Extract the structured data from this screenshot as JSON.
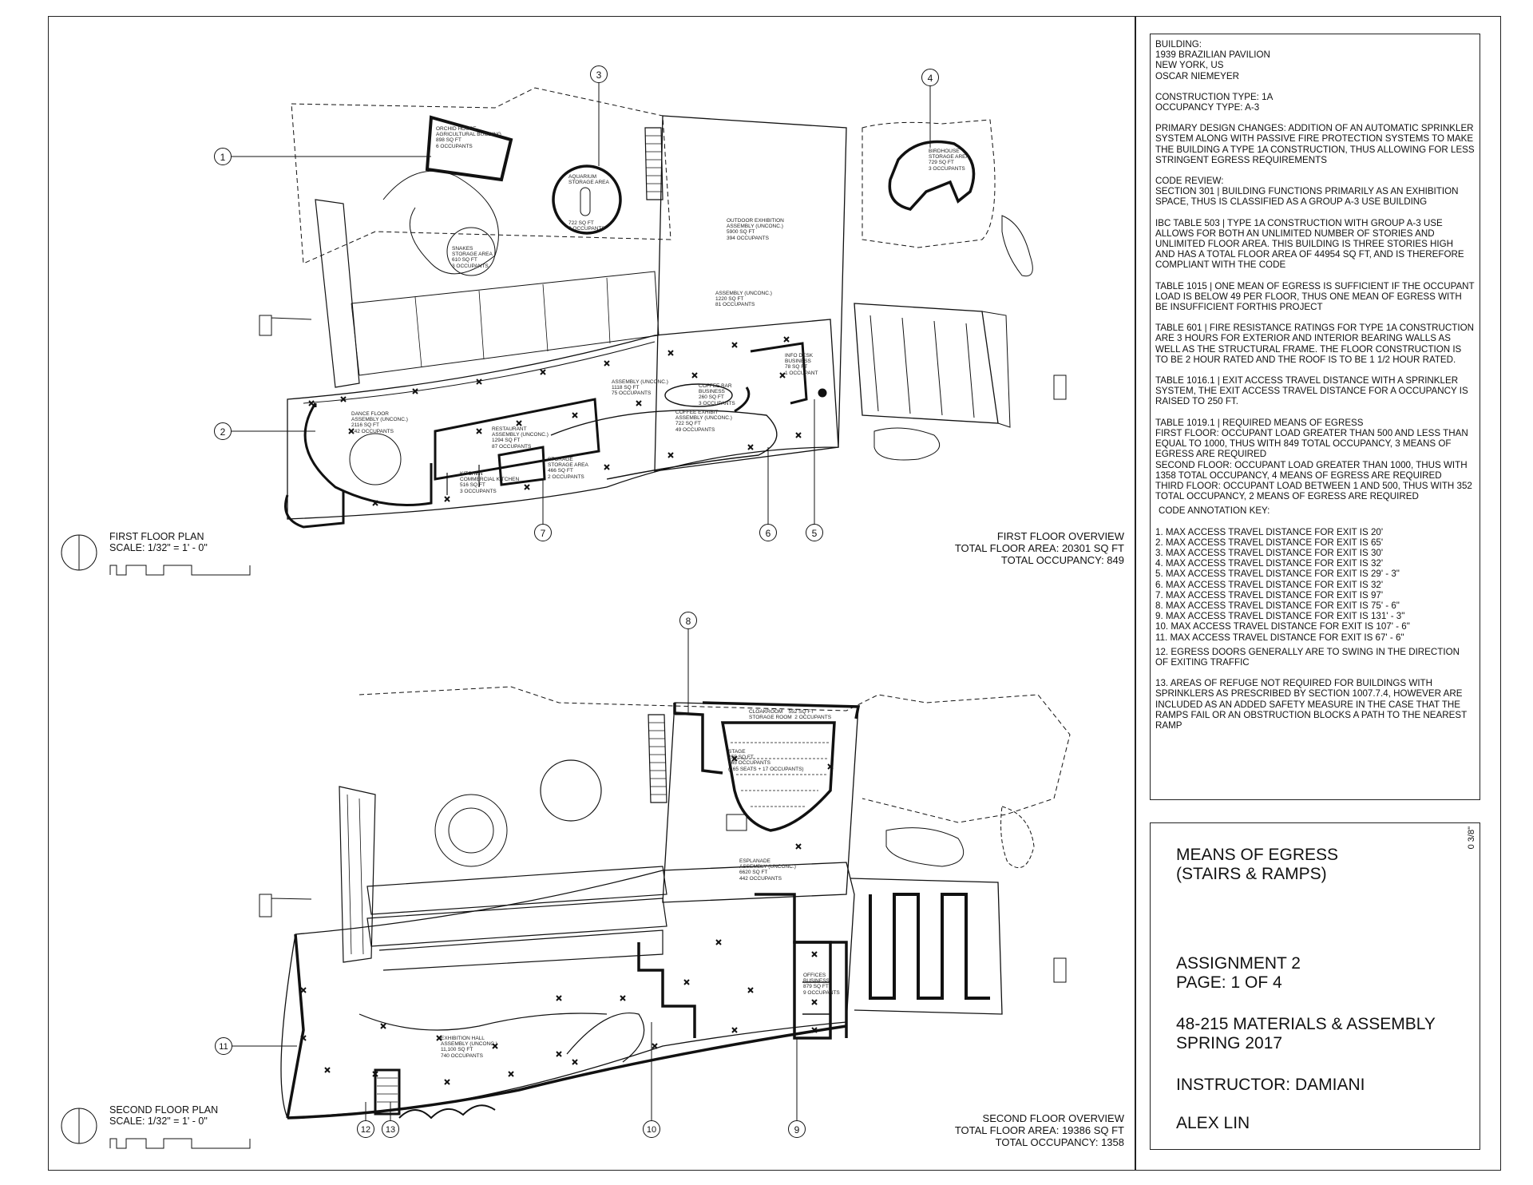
{
  "notes": {
    "building": [
      "BUILDING:",
      "1939 BRAZILIAN PAVILION",
      "NEW YORK, US",
      "OSCAR NIEMEYER"
    ],
    "construction": [
      "CONSTRUCTION TYPE: 1A",
      "OCCUPANCY TYPE: A-3"
    ],
    "design_changes": "PRIMARY DESIGN CHANGES: ADDITION OF AN AUTOMATIC SPRINKLER SYSTEM ALONG WITH PASSIVE FIRE PROTECTION SYSTEMS TO MAKE THE BUILDING A TYPE 1A CONSTRUCTION, THUS ALLOWING FOR LESS STRINGENT EGRESS REQUIREMENTS",
    "code_review": [
      "CODE REVIEW:",
      "SECTION 301 | BUILDING FUNCTIONS PRIMARILY AS AN EXHIBITION SPACE, THUS IS CLASSIFIED AS A GROUP A-3 USE BUILDING"
    ],
    "ibc503": "IBC TABLE 503 | TYPE 1A CONSTRUCTION WITH GROUP A-3 USE ALLOWS FOR BOTH AN UNLIMITED NUMBER OF STORIES AND UNLIMITED FLOOR AREA. THIS BUILDING IS THREE STORIES HIGH AND HAS A  TOTAL FLOOR AREA OF 44954 SQ FT, AND IS THEREFORE COMPLIANT WITH THE CODE",
    "t1015": "TABLE 1015 | ONE MEAN OF EGRESS IS SUFFICIENT IF THE OCCUPANT LOAD IS BELOW 49 PER FLOOR, THUS ONE MEAN OF EGRESS WITH BE INSUFFICIENT FORTHIS PROJECT",
    "t601": "TABLE 601 | FIRE RESISTANCE RATINGS FOR TYPE 1A CONSTRUCTION ARE 3 HOURS FOR EXTERIOR AND INTERIOR BEARING WALLS AS WELL AS THE STRUCTURAL FRAME. THE FLOOR CONSTRUCTION IS TO BE 2 HOUR RATED AND THE ROOF IS TO BE 1 1/2 HOUR RATED.",
    "t1016": "TABLE 1016.1 | EXIT ACCESS TRAVEL DISTANCE WITH A SPRINKLER SYSTEM, THE EXIT ACCESS TRAVEL DISTANCE FOR A OCCUPANCY IS RAISED TO 250 FT.",
    "t1019": [
      "TABLE 1019.1 | REQUIRED MEANS OF EGRESS",
      "FIRST FLOOR: OCCUPANT LOAD GREATER THAN 500 AND LESS THAN EQUAL TO 1000, THUS WITH 849 TOTAL OCCUPANCY, 3 MEANS OF EGRESS ARE REQUIRED",
      "SECOND FLOOR: OCCUPANT LOAD GREATER THAN 1000, THUS WITH 1358 TOTAL OCCUPANCY, 4 MEANS OF EGRESS ARE REQUIRED",
      "THIRD FLOOR: OCCUPANT LOAD BETWEEN 1 AND 500, THUS WITH 352 TOTAL OCCUPANCY, 2 MEANS OF EGRESS ARE REQUIRED"
    ],
    "key_title": "CODE ANNOTATION KEY:",
    "key": [
      "1. MAX ACCESS TRAVEL DISTANCE FOR EXIT IS 20'",
      "2. MAX ACCESS TRAVEL DISTANCE FOR EXIT IS 65'",
      "3. MAX ACCESS TRAVEL DISTANCE FOR EXIT IS 30'",
      "4. MAX ACCESS TRAVEL DISTANCE FOR EXIT IS 32'",
      "5. MAX ACCESS TRAVEL DISTANCE FOR EXIT IS 29' - 3\"",
      "6. MAX ACCESS TRAVEL DISTANCE FOR EXIT IS 32'",
      "7. MAX ACCESS TRAVEL DISTANCE FOR EXIT IS 97'",
      "8. MAX ACCESS TRAVEL DISTANCE FOR EXIT IS 75' - 6\"",
      "9. MAX ACCESS TRAVEL DISTANCE FOR EXIT IS 131' - 3\"",
      "10. MAX ACCESS TRAVEL DISTANCE FOR EXIT IS 107' - 6\"",
      "11. MAX ACCESS TRAVEL DISTANCE FOR EXIT IS 67' - 6\""
    ],
    "n12": "12. EGRESS DOORS GENERALLY ARE TO SWING IN THE DIRECTION OF EXITING TRAFFIC",
    "n13": "13. AREAS OF REFUGE NOT REQUIRED FOR BUILDINGS WITH SPRINKLERS AS PRESCRIBED BY SECTION 1007.7.4, HOWEVER ARE INCLUDED AS AN ADDED SAFETY MEASURE IN THE CASE THAT THE RAMPS FAIL OR AN OBSTRUCTION BLOCKS A PATH TO THE NEAREST RAMP"
  },
  "title_block": {
    "title1": "MEANS OF EGRESS",
    "title2": "(STAIRS & RAMPS)",
    "assignment": "ASSIGNMENT 2",
    "page": "PAGE: 1 OF 4",
    "course": "48-215 MATERIALS & ASSEMBLY",
    "term": "SPRING  2017",
    "instructor": "INSTRUCTOR: DAMIANI",
    "author": "ALEX LIN",
    "scale_mark": "0 3/8\""
  },
  "first_floor": {
    "plan_title": "FIRST FLOOR PLAN",
    "plan_scale": "SCALE: 1/32\" = 1' - 0\"",
    "overview_title": "FIRST FLOOR OVERVIEW",
    "overview_area": "TOTAL FLOOR AREA: 20301 SQ FT",
    "overview_occ": "TOTAL OCCUPANCY: 849",
    "rooms": {
      "orchid": "ORCHID HOUSE\nAGRICULTURAL BUILDING\n898 SQ FT\n6 OCCUPANTS",
      "aquarium": "AQUARIUM\nSTORAGE AREA",
      "aquarium_area": "722 SQ FT\n3 OCCUPANTS",
      "birdhouse": "BIRDHOUSE\nSTORAGE AREA\n729 SQ FT\n3 OCCUPANTS",
      "snakes": "SNAKES\nSTORAGE AREA\n610 SQ FT\n3 OCCUPANTS",
      "outdoor": "OUTDOOR EXHIBITION\nASSEMBLY (UNCONC.)\n5900 SQ FT\n394 OCCUPANTS",
      "assembly1220": "ASSEMBLY (UNCONC.)\n1220 SQ FT\n81 OCCUPANTS",
      "assembly1118": "ASSEMBLY (UNCONC.)\n1118 SQ FT\n75 OCCUPANTS",
      "coffee_bar": "COFFEE BAR\nBUSINESS\n260 SQ FT\n3 OCCUPANTS",
      "info": "INFO DESK\nBUSINESS\n78 SQ FT\n1 OCCUPANT",
      "dance": "DANCE FLOOR\nASSEMBLY (UNCONC.)\n2116 SQ FT\n142 OCCUPANTS",
      "restaurant": "RESTAURANT\nASSEMBLY (UNCONC.)\n1294 SQ FT\n87 OCCUPANTS",
      "coffee_exhibit": "COFFEE EXHIBIT\nASSEMBLY (UNCONC.)\n722 SQ FT\n49 OCCUPANTS",
      "storage": "STORAGE\nSTORAGE AREA\n466 SQ FT\n2 OCCUPANTS",
      "kitchen": "KITCHEN\nCOMMERCIAL KITCHEN\n516 SQ FT\n3 OCCUPANTS"
    }
  },
  "second_floor": {
    "plan_title": "SECOND FLOOR PLAN",
    "plan_scale": "SCALE: 1/32\" = 1' - 0\"",
    "overview_title": "SECOND FLOOR OVERVIEW",
    "overview_area": "TOTAL FLOOR AREA: 19386 SQ FT",
    "overview_occ": "TOTAL OCCUPANCY: 1358",
    "rooms": {
      "cloak": "CLOAKROOM    552 SQ FT\nSTORAGE ROOM  2 OCCUPANTS",
      "stage": "STAGE\n255 SQ FT\n165 OCCUPANTS\n(165 SEATS + 17 OCCUPANTS)",
      "esplanade": "ESPLANADE\nASSEMBLY (UNCONC.)\n6620 SQ FT\n442 OCCUPANTS",
      "offices": "OFFICES\nBUSINESS\n879 SQ FT\n9 OCCUPANTS",
      "exhibition": "EXHIBITION HALL\nASSEMBLY (UNCONC.)\n11,100 SQ FT\n740 OCCUPANTS"
    }
  },
  "callouts": [
    "1",
    "2",
    "3",
    "4",
    "5",
    "6",
    "7",
    "8",
    "9",
    "10",
    "11",
    "12",
    "13"
  ]
}
